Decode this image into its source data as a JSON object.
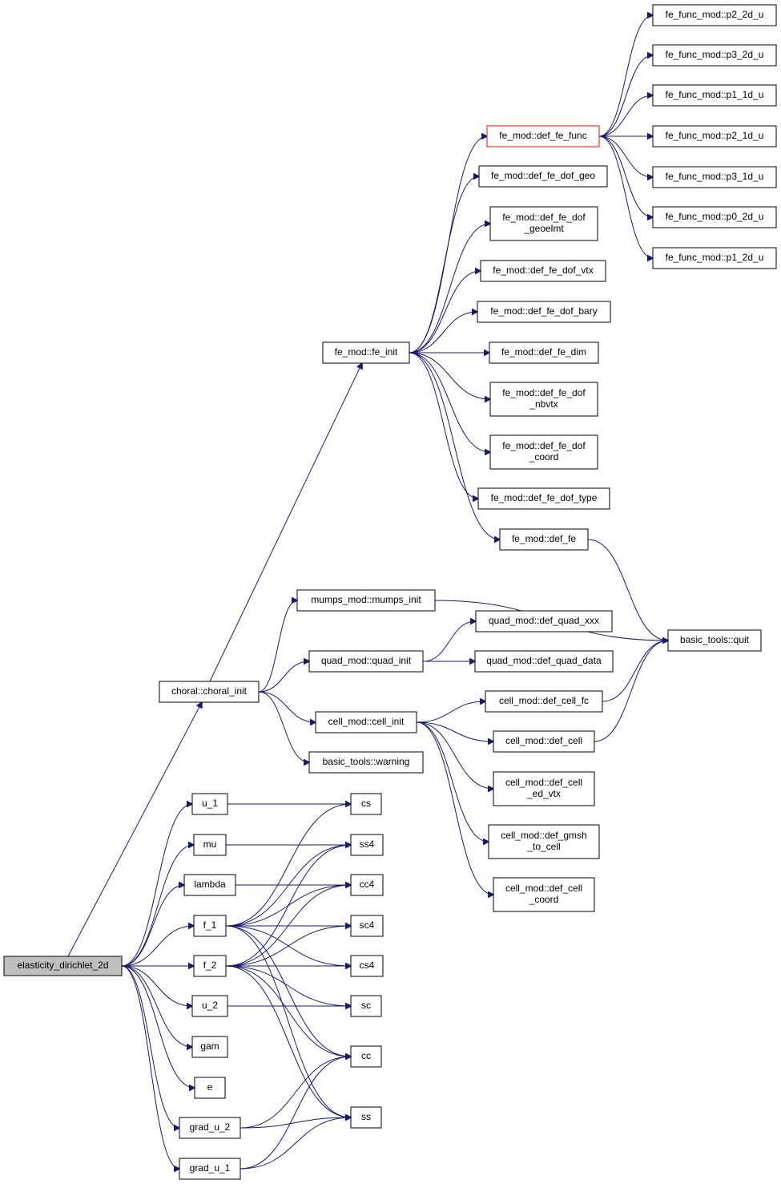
{
  "graph": {
    "colors": {
      "edge": "#191970",
      "node_border": "#000000",
      "root_fill": "#bfbfbf",
      "highlight_border": "#ff0000"
    },
    "nodes": [
      {
        "id": "elasticity_dirichlet_2d",
        "lines": [
          "elasticity_dirichlet_2d"
        ],
        "root": true
      },
      {
        "id": "choral_init",
        "lines": [
          "choral::choral_init"
        ]
      },
      {
        "id": "fe_init",
        "lines": [
          "fe_mod::fe_init"
        ]
      },
      {
        "id": "def_fe_func",
        "lines": [
          "fe_mod::def_fe_func"
        ],
        "highlight": true
      },
      {
        "id": "p2_2d_u",
        "lines": [
          "fe_func_mod::p2_2d_u"
        ]
      },
      {
        "id": "p3_2d_u",
        "lines": [
          "fe_func_mod::p3_2d_u"
        ]
      },
      {
        "id": "p1_1d_u",
        "lines": [
          "fe_func_mod::p1_1d_u"
        ]
      },
      {
        "id": "p2_1d_u",
        "lines": [
          "fe_func_mod::p2_1d_u"
        ]
      },
      {
        "id": "p3_1d_u",
        "lines": [
          "fe_func_mod::p3_1d_u"
        ]
      },
      {
        "id": "p0_2d_u",
        "lines": [
          "fe_func_mod::p0_2d_u"
        ]
      },
      {
        "id": "p1_2d_u",
        "lines": [
          "fe_func_mod::p1_2d_u"
        ]
      },
      {
        "id": "def_fe_dof_geo",
        "lines": [
          "fe_mod::def_fe_dof_geo"
        ]
      },
      {
        "id": "def_fe_dof_geoelmt",
        "lines": [
          "fe_mod::def_fe_dof",
          "_geoelmt"
        ]
      },
      {
        "id": "def_fe_dof_vtx",
        "lines": [
          "fe_mod::def_fe_dof_vtx"
        ]
      },
      {
        "id": "def_fe_dof_bary",
        "lines": [
          "fe_mod::def_fe_dof_bary"
        ]
      },
      {
        "id": "def_fe_dim",
        "lines": [
          "fe_mod::def_fe_dim"
        ]
      },
      {
        "id": "def_fe_dof_nbvtx",
        "lines": [
          "fe_mod::def_fe_dof",
          "_nbvtx"
        ]
      },
      {
        "id": "def_fe_dof_coord",
        "lines": [
          "fe_mod::def_fe_dof",
          "_coord"
        ]
      },
      {
        "id": "def_fe_dof_type",
        "lines": [
          "fe_mod::def_fe_dof_type"
        ]
      },
      {
        "id": "def_fe",
        "lines": [
          "fe_mod::def_fe"
        ]
      },
      {
        "id": "mumps_init",
        "lines": [
          "mumps_mod::mumps_init"
        ]
      },
      {
        "id": "quit",
        "lines": [
          "basic_tools::quit"
        ]
      },
      {
        "id": "quad_init",
        "lines": [
          "quad_mod::quad_init"
        ]
      },
      {
        "id": "def_quad_xxx",
        "lines": [
          "quad_mod::def_quad_xxx"
        ]
      },
      {
        "id": "def_quad_data",
        "lines": [
          "quad_mod::def_quad_data"
        ]
      },
      {
        "id": "cell_init",
        "lines": [
          "cell_mod::cell_init"
        ]
      },
      {
        "id": "def_cell_fc",
        "lines": [
          "cell_mod::def_cell_fc"
        ]
      },
      {
        "id": "def_cell",
        "lines": [
          "cell_mod::def_cell"
        ]
      },
      {
        "id": "def_cell_ed_vtx",
        "lines": [
          "cell_mod::def_cell",
          "_ed_vtx"
        ]
      },
      {
        "id": "def_gmsh_to_cell",
        "lines": [
          "cell_mod::def_gmsh",
          "_to_cell"
        ]
      },
      {
        "id": "def_cell_coord",
        "lines": [
          "cell_mod::def_cell",
          "_coord"
        ]
      },
      {
        "id": "warning",
        "lines": [
          "basic_tools::warning"
        ]
      },
      {
        "id": "u_1",
        "lines": [
          "u_1"
        ]
      },
      {
        "id": "mu",
        "lines": [
          "mu"
        ]
      },
      {
        "id": "lambda",
        "lines": [
          "lambda"
        ]
      },
      {
        "id": "f_1",
        "lines": [
          "f_1"
        ]
      },
      {
        "id": "f_2",
        "lines": [
          "f_2"
        ]
      },
      {
        "id": "u_2",
        "lines": [
          "u_2"
        ]
      },
      {
        "id": "gam",
        "lines": [
          "gam"
        ]
      },
      {
        "id": "e",
        "lines": [
          "e"
        ]
      },
      {
        "id": "grad_u_2",
        "lines": [
          "grad_u_2"
        ]
      },
      {
        "id": "grad_u_1",
        "lines": [
          "grad_u_1"
        ]
      },
      {
        "id": "cs",
        "lines": [
          "cs"
        ]
      },
      {
        "id": "ss4",
        "lines": [
          "ss4"
        ]
      },
      {
        "id": "cc4",
        "lines": [
          "cc4"
        ]
      },
      {
        "id": "sc4",
        "lines": [
          "sc4"
        ]
      },
      {
        "id": "cs4",
        "lines": [
          "cs4"
        ]
      },
      {
        "id": "sc",
        "lines": [
          "sc"
        ]
      },
      {
        "id": "cc",
        "lines": [
          "cc"
        ]
      },
      {
        "id": "ss",
        "lines": [
          "ss"
        ]
      }
    ],
    "edges": [
      [
        "elasticity_dirichlet_2d",
        "choral_init"
      ],
      [
        "elasticity_dirichlet_2d",
        "u_1"
      ],
      [
        "elasticity_dirichlet_2d",
        "mu"
      ],
      [
        "elasticity_dirichlet_2d",
        "lambda"
      ],
      [
        "elasticity_dirichlet_2d",
        "f_1"
      ],
      [
        "elasticity_dirichlet_2d",
        "f_2"
      ],
      [
        "elasticity_dirichlet_2d",
        "u_2"
      ],
      [
        "elasticity_dirichlet_2d",
        "gam"
      ],
      [
        "elasticity_dirichlet_2d",
        "e"
      ],
      [
        "elasticity_dirichlet_2d",
        "grad_u_2"
      ],
      [
        "elasticity_dirichlet_2d",
        "grad_u_1"
      ],
      [
        "choral_init",
        "fe_init"
      ],
      [
        "choral_init",
        "mumps_init"
      ],
      [
        "choral_init",
        "quad_init"
      ],
      [
        "choral_init",
        "cell_init"
      ],
      [
        "choral_init",
        "warning"
      ],
      [
        "fe_init",
        "def_fe_func"
      ],
      [
        "fe_init",
        "def_fe_dof_geo"
      ],
      [
        "fe_init",
        "def_fe_dof_geoelmt"
      ],
      [
        "fe_init",
        "def_fe_dof_vtx"
      ],
      [
        "fe_init",
        "def_fe_dof_bary"
      ],
      [
        "fe_init",
        "def_fe_dim"
      ],
      [
        "fe_init",
        "def_fe_dof_nbvtx"
      ],
      [
        "fe_init",
        "def_fe_dof_coord"
      ],
      [
        "fe_init",
        "def_fe_dof_type"
      ],
      [
        "fe_init",
        "def_fe"
      ],
      [
        "def_fe_func",
        "p2_2d_u"
      ],
      [
        "def_fe_func",
        "p3_2d_u"
      ],
      [
        "def_fe_func",
        "p1_1d_u"
      ],
      [
        "def_fe_func",
        "p2_1d_u"
      ],
      [
        "def_fe_func",
        "p3_1d_u"
      ],
      [
        "def_fe_func",
        "p0_2d_u"
      ],
      [
        "def_fe_func",
        "p1_2d_u"
      ],
      [
        "def_fe",
        "quit"
      ],
      [
        "mumps_init",
        "quit"
      ],
      [
        "quad_init",
        "def_quad_xxx"
      ],
      [
        "quad_init",
        "def_quad_data"
      ],
      [
        "cell_init",
        "def_cell_fc"
      ],
      [
        "cell_init",
        "def_cell"
      ],
      [
        "cell_init",
        "def_cell_ed_vtx"
      ],
      [
        "cell_init",
        "def_gmsh_to_cell"
      ],
      [
        "cell_init",
        "def_cell_coord"
      ],
      [
        "def_cell_fc",
        "quit"
      ],
      [
        "def_cell",
        "quit"
      ],
      [
        "u_1",
        "cs"
      ],
      [
        "mu",
        "ss4"
      ],
      [
        "lambda",
        "cc4"
      ],
      [
        "f_1",
        "cs"
      ],
      [
        "f_1",
        "ss4"
      ],
      [
        "f_1",
        "cc4"
      ],
      [
        "f_1",
        "sc4"
      ],
      [
        "f_1",
        "cs4"
      ],
      [
        "f_1",
        "cc"
      ],
      [
        "f_1",
        "ss"
      ],
      [
        "f_2",
        "ss4"
      ],
      [
        "f_2",
        "cc4"
      ],
      [
        "f_2",
        "sc4"
      ],
      [
        "f_2",
        "cs4"
      ],
      [
        "f_2",
        "sc"
      ],
      [
        "f_2",
        "cc"
      ],
      [
        "f_2",
        "ss"
      ],
      [
        "u_2",
        "sc"
      ],
      [
        "grad_u_2",
        "cc"
      ],
      [
        "grad_u_2",
        "ss"
      ],
      [
        "grad_u_1",
        "cc"
      ],
      [
        "grad_u_1",
        "ss"
      ]
    ]
  }
}
